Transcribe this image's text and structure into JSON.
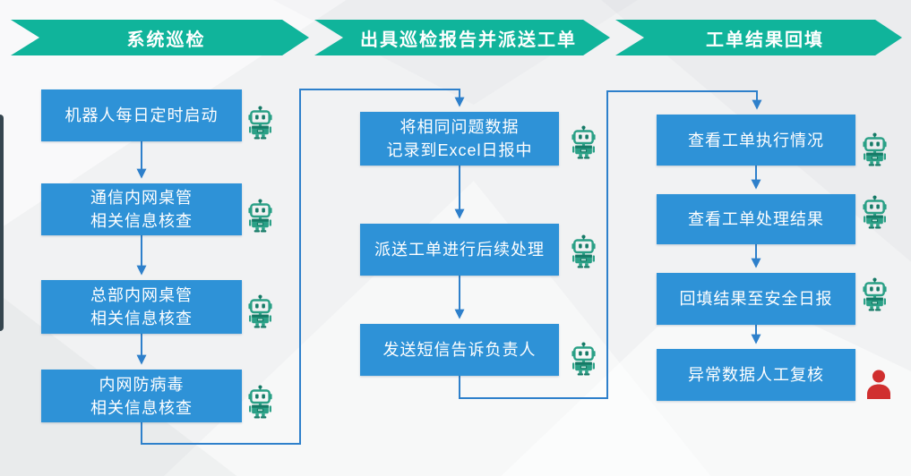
{
  "banners": [
    {
      "label": "系统巡检"
    },
    {
      "label": "出具巡检报告并派送工单"
    },
    {
      "label": "工单结果回填"
    }
  ],
  "columns": [
    {
      "name": "系统巡检",
      "steps": [
        {
          "text": "机器人每日定时启动",
          "actor": "robot"
        },
        {
          "text": "通信内网桌管\n相关信息核查",
          "actor": "robot"
        },
        {
          "text": "总部内网桌管\n相关信息核查",
          "actor": "robot"
        },
        {
          "text": "内网防病毒\n相关信息核查",
          "actor": "robot"
        }
      ]
    },
    {
      "name": "出具巡检报告并派送工单",
      "steps": [
        {
          "text": "将相同问题数据\n记录到Excel日报中",
          "actor": "robot"
        },
        {
          "text": "派送工单进行后续处理",
          "actor": "robot"
        },
        {
          "text": "发送短信告诉负责人",
          "actor": "robot"
        }
      ]
    },
    {
      "name": "工单结果回填",
      "steps": [
        {
          "text": "查看工单执行情况",
          "actor": "robot"
        },
        {
          "text": "查看工单处理结果",
          "actor": "robot"
        },
        {
          "text": "回填结果至安全日报",
          "actor": "robot"
        },
        {
          "text": "异常数据人工复核",
          "actor": "person"
        }
      ]
    }
  ],
  "colors": {
    "banner_green": "#10b49b",
    "box_blue": "#2e92d7",
    "connector_blue": "#2e80cb",
    "robot_green": "#2aa086",
    "robot_green_dark": "#157a66",
    "person_red": "#d02f2f",
    "background": "#f1f2f3"
  }
}
